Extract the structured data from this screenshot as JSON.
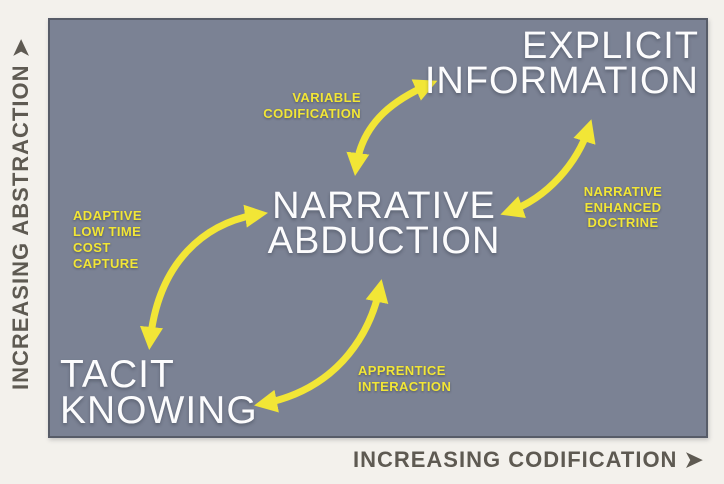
{
  "colors": {
    "page_bg": "#f3f1ec",
    "box_bg": "#7b8294",
    "box_border": "#575c68",
    "yellow": "#f2e636",
    "white_text": "#fcfcfd",
    "axis_text": "#5e5a52"
  },
  "axes": {
    "y_label": "INCREASING ABSTRACTION ➤",
    "x_label": "INCREASING CODIFICATION ➤"
  },
  "nodes": {
    "explicit_information": {
      "line1": "EXPLICIT",
      "line2": "INFORMATION"
    },
    "narrative_abduction": {
      "line1": "NARRATIVE",
      "line2": "ABDUCTION"
    },
    "tacit_knowing": {
      "line1": "TACIT",
      "line2": "KNOWING"
    }
  },
  "edge_labels": {
    "variable_codification": {
      "line1": "VARIABLE",
      "line2": "CODIFICATION"
    },
    "narrative_enhanced_doctrine": {
      "line1": "NARRATIVE",
      "line2": "ENHANCED",
      "line3": "DOCTRINE"
    },
    "adaptive_low_time_cost_capture": {
      "line1": "ADAPTIVE",
      "line2": "LOW TIME",
      "line3": "COST",
      "line4": "CAPTURE"
    },
    "apprentice_interaction": {
      "line1": "APPRENTICE",
      "line2": "INTERACTION"
    }
  }
}
